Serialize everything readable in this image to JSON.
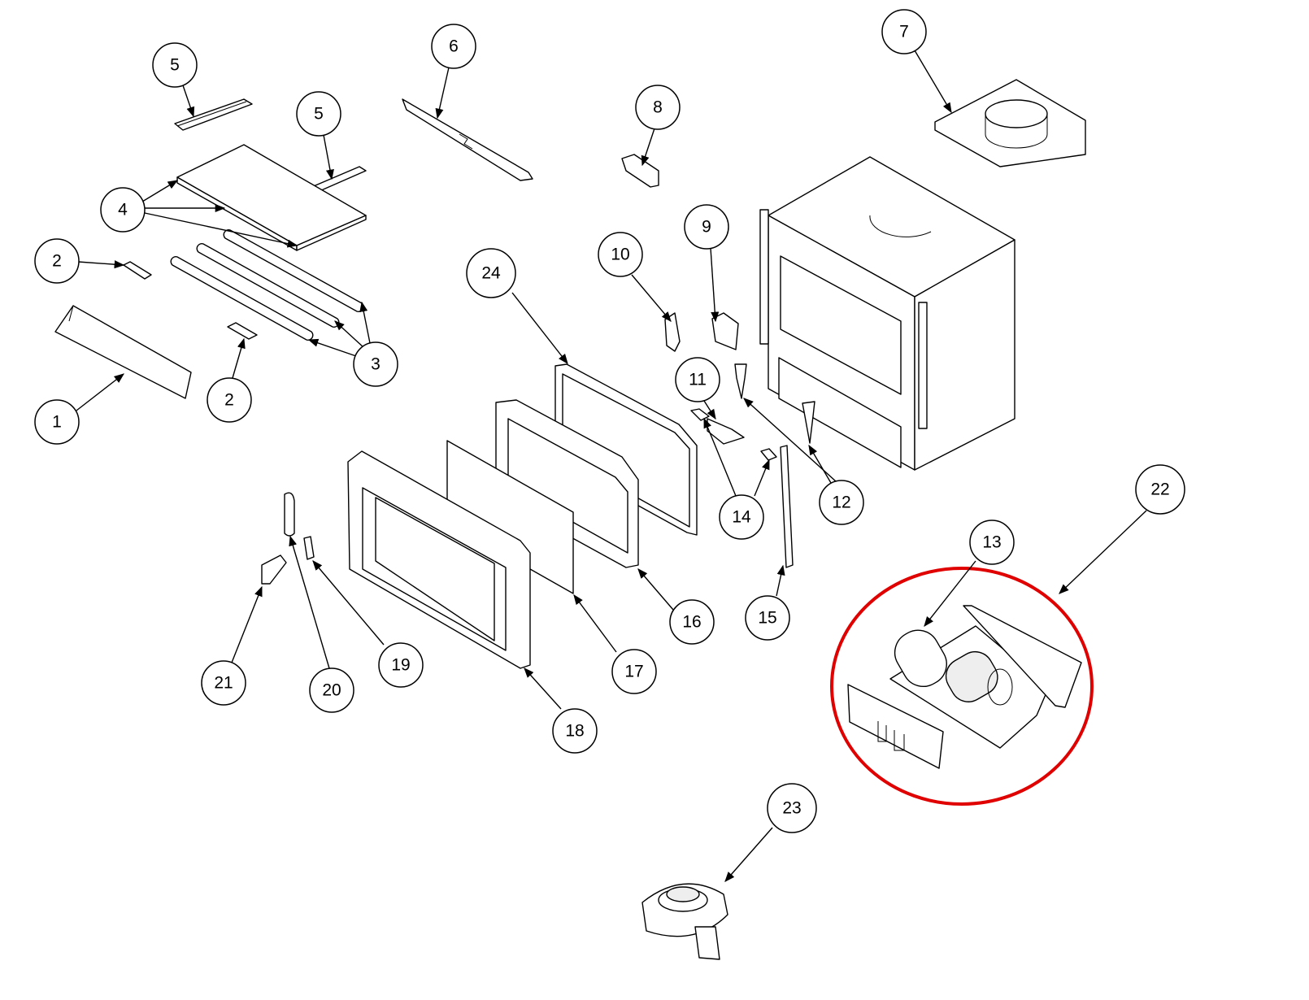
{
  "diagram": {
    "type": "exploded-parts-diagram",
    "highlight_color": "#e00000",
    "highlighted_part": "22",
    "callouts": [
      "5",
      "5",
      "6",
      "7",
      "8",
      "4",
      "2",
      "9",
      "10",
      "24",
      "3",
      "2",
      "1",
      "11",
      "14",
      "12",
      "22",
      "13",
      "16",
      "15",
      "17",
      "19",
      "21",
      "20",
      "18",
      "23"
    ]
  }
}
